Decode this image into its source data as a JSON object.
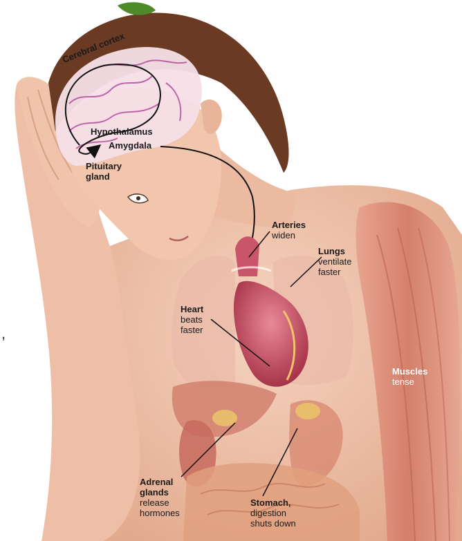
{
  "labels": {
    "cerebral_cortex": "Cerebral cortex",
    "hypothalamus": "Hypothalamus",
    "amygdala": "Amygdala",
    "pituitary_title": "Pituitary",
    "pituitary_sub": "gland",
    "arteries_title": "Arteries",
    "arteries_desc": "widen",
    "lungs_title": "Lungs",
    "lungs_desc1": "ventilate",
    "lungs_desc2": "faster",
    "heart_title": "Heart",
    "heart_desc1": "beats",
    "heart_desc2": "faster",
    "muscles_title": "Muscles",
    "muscles_desc": "tense",
    "adrenal_title1": "Adrenal",
    "adrenal_title2": "glands",
    "adrenal_desc1": "release",
    "adrenal_desc2": "hormones",
    "stomach_title": "Stomach,",
    "stomach_desc1": "digestion",
    "stomach_desc2": "shuts down"
  },
  "stray_mark": ",",
  "colors": {
    "skin": "#f2c8b0",
    "skin_shadow": "#e0a88c",
    "hair": "#6b3a22",
    "brain": "#f3dbe6",
    "brain_fold": "#b0479a",
    "heart": "#c24a5c",
    "muscle": "#d98a78",
    "lung": "#e8b7a8",
    "organ": "#cf7c6a"
  }
}
